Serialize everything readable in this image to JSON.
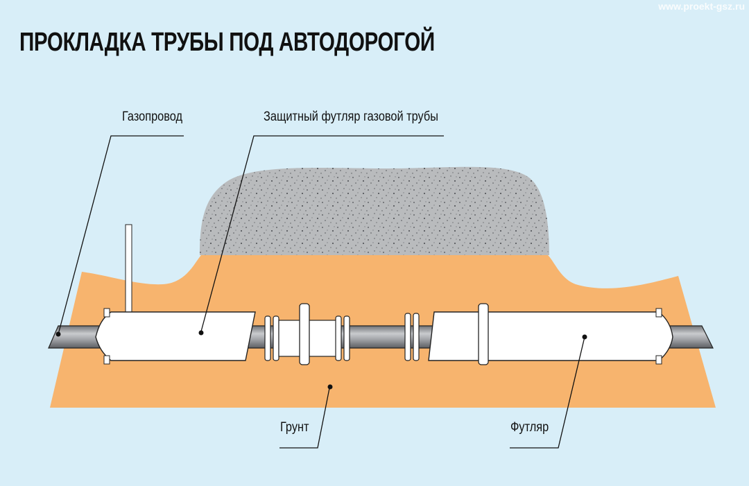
{
  "watermark": "www.proekt-gsz.ru",
  "title": "ПРОКЛАДКА ТРУБЫ ПОД АВТОДОРОГОЙ",
  "labels": {
    "gas_pipe": "Газопровод",
    "protective_case": "Защитный футляр газовой трубы",
    "soil": "Грунт",
    "case": "Футляр"
  },
  "colors": {
    "background": "#d8eef8",
    "soil": "#f7b46e",
    "road": "#b9bbbd",
    "pipe": "#9a9ca0",
    "casing": "#ffffff",
    "line": "#111111"
  }
}
